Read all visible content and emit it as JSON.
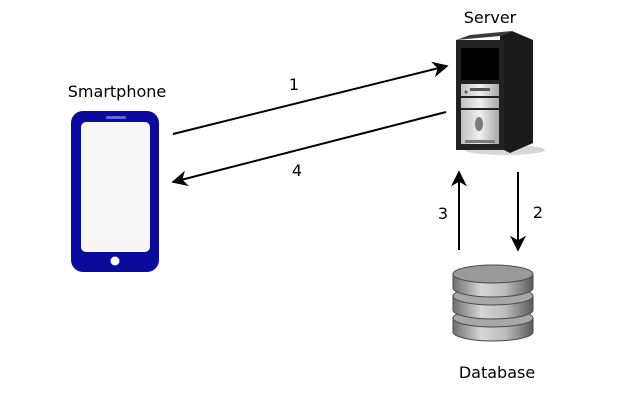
{
  "nodes": {
    "smartphone": {
      "label": "Smartphone"
    },
    "server": {
      "label": "Server"
    },
    "database": {
      "label": "Database"
    }
  },
  "edges": [
    {
      "from": "smartphone",
      "to": "server",
      "label": "1"
    },
    {
      "from": "server",
      "to": "database",
      "label": "2"
    },
    {
      "from": "database",
      "to": "server",
      "label": "3"
    },
    {
      "from": "server",
      "to": "smartphone",
      "label": "4"
    }
  ],
  "colors": {
    "phone_body": "#0a0a9c",
    "phone_screen": "#f7f7f7",
    "server_case": "#1a1a1a",
    "server_front": "#d9d9d9",
    "db_body": "#8c8c8c",
    "arrow": "#000000"
  }
}
